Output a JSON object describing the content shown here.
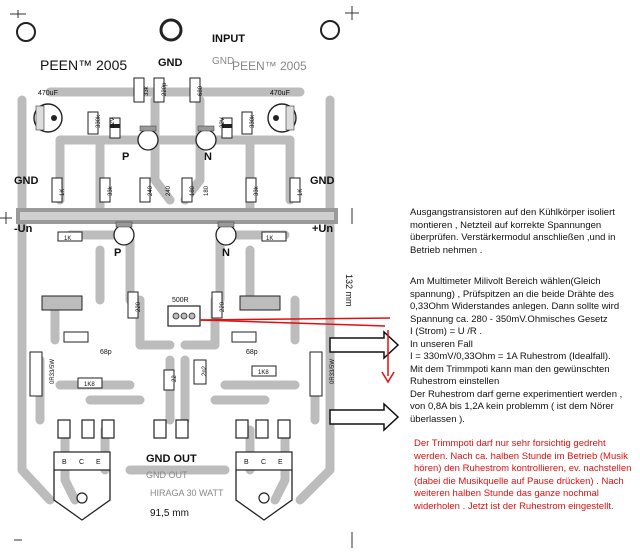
{
  "board": {
    "input_label": "INPUT",
    "gnd_label": "GND",
    "gnd_label_mirrored": "GND",
    "logo": "PEEN™ 2005",
    "logo_mirrored": "PEEN™ 2005",
    "cap_470uf_left": "470uF",
    "cap_470uf_right": "470uF",
    "res_33k": "33k",
    "cap_220p": "220p",
    "res_680": "680",
    "res_330k_left": "330k",
    "res_330k_right": "330k",
    "zener_22v_left": "22V",
    "zener_22v_right": "22V",
    "gnd_left": "GND",
    "gnd_right": "GND",
    "res_1k_a": "1K",
    "res_1k_b": "1K",
    "res_1k_c": "1K",
    "res_1k_d": "1K",
    "res_33k_b": "33k",
    "res_33k_c": "33k",
    "res_240a": "240",
    "res_240b": "240",
    "res_180a": "180",
    "res_180b": "180",
    "minus_un": "-Un",
    "plus_un": "+Un",
    "p_label_top": "P",
    "n_label_top": "N",
    "p_label_mid": "P",
    "n_label_mid": "N",
    "res_1k_bias_left": "1K",
    "res_1k_bias_right": "1K",
    "dimension_height": "132 mm",
    "trimpot": "500R",
    "res_220a": "220",
    "res_220b": "220",
    "cap_68p_left": "68p",
    "cap_68p_right": "68p",
    "res_033_left": "0R33/5W",
    "res_033_right": "0R33/5W",
    "res_1k8_left": "1K8",
    "res_1k8_right": "1K8",
    "cap_2n2": "2n2",
    "res_22": "22",
    "gnd_out": "GND OUT",
    "gnd_out_mirrored": "GND OUT",
    "hiraga_mirrored": "HIRAGA 30 WATT",
    "dimension_width": "91,5 mm",
    "pin_b": "B",
    "pin_c": "C",
    "pin_e": "E"
  },
  "notes": {
    "note1": "Ausgangstransistoren auf den Kühlkörper isoliert montieren , Netzteil auf korrekte Spannungen überprüfen. Verstärkermodul anschließen ,und in Betrieb nehmen .",
    "note2_lines": [
      "Am Multimeter Milivolt Bereich wählen(Gleich spannung) , Prüfspitzen an die beide Drähte des 0,33Ohm Widerstandes anlegen. Dann sollte wird Spannung ca. 280 - 350mV.Ohmisches Gesetz",
      "I (Strom) = U /R .",
      "In unseren Fall",
      "I = 330mV/0,33Ohm = 1A Ruhestrom (Idealfall).",
      "Mit dem Trimmpoti kann man den gewünschten Ruhestrom einstellen",
      "Der Ruhestrom darf gerne experimentiert werden , von 0,8A bis 1,2A kein problemm ( ist dem Nörer überlassen )."
    ],
    "note3": "Der Trimmpoti darf nur sehr forsichtig gedreht werden. Nach ca. halben Stunde im Betrieb (Musik hören) den Ruhestrom kontrollieren, ev. nachstellen (dabei die Musikquelle auf Pause drücken) . Nach weiteren halben Stunde das ganze nochmal widerholen . Jetzt ist der Ruhestrom eingestellt."
  },
  "colors": {
    "copper": "#bcbcbc",
    "copper_edge": "#9a9a9a",
    "ink": "#111111",
    "note_red": "#e01010",
    "arrow_red": "#e01010"
  }
}
